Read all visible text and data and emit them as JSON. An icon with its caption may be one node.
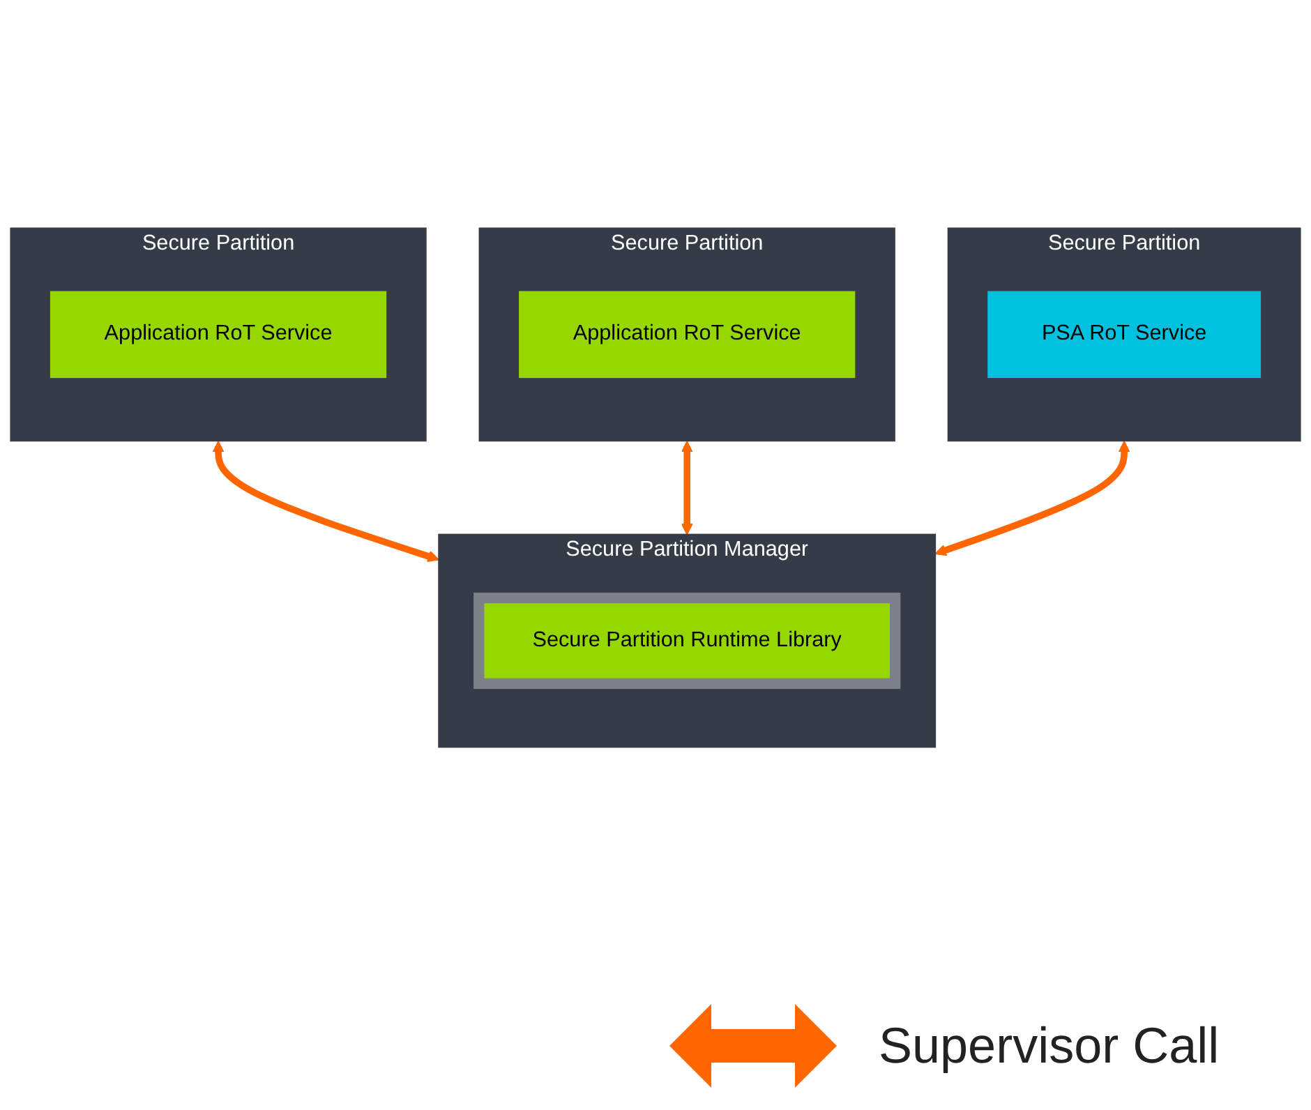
{
  "diagram": {
    "nodes": [
      {
        "text": [
          "Secure Partition"
        ]
      },
      {
        "text": [
          "Application RoT Service"
        ],
        "in": 0
      },
      {
        "text": [
          "Secure Partition"
        ]
      },
      {
        "text": [
          "Application RoT Service"
        ],
        "in": 2
      },
      {
        "text": [
          "Secure Partition"
        ]
      },
      {
        "text": [
          "PSA RoT Service"
        ],
        "in": 4
      },
      {
        "text": [
          "Secure Partition Manager"
        ]
      },
      {
        "text": [
          "Secure Partition Runtime Library"
        ],
        "in": 6
      }
    ],
    "edges": [
      {
        "from": 0,
        "to": 6,
        "arrow": "both",
        "color": "#ff6600"
      },
      {
        "from": 2,
        "to": 6,
        "arrow": "both",
        "color": "#ff6600"
      },
      {
        "from": 4,
        "to": 6,
        "arrow": "both",
        "color": "#ff6600"
      }
    ],
    "legend": [
      {
        "text": "Supervisor Call"
      }
    ]
  }
}
